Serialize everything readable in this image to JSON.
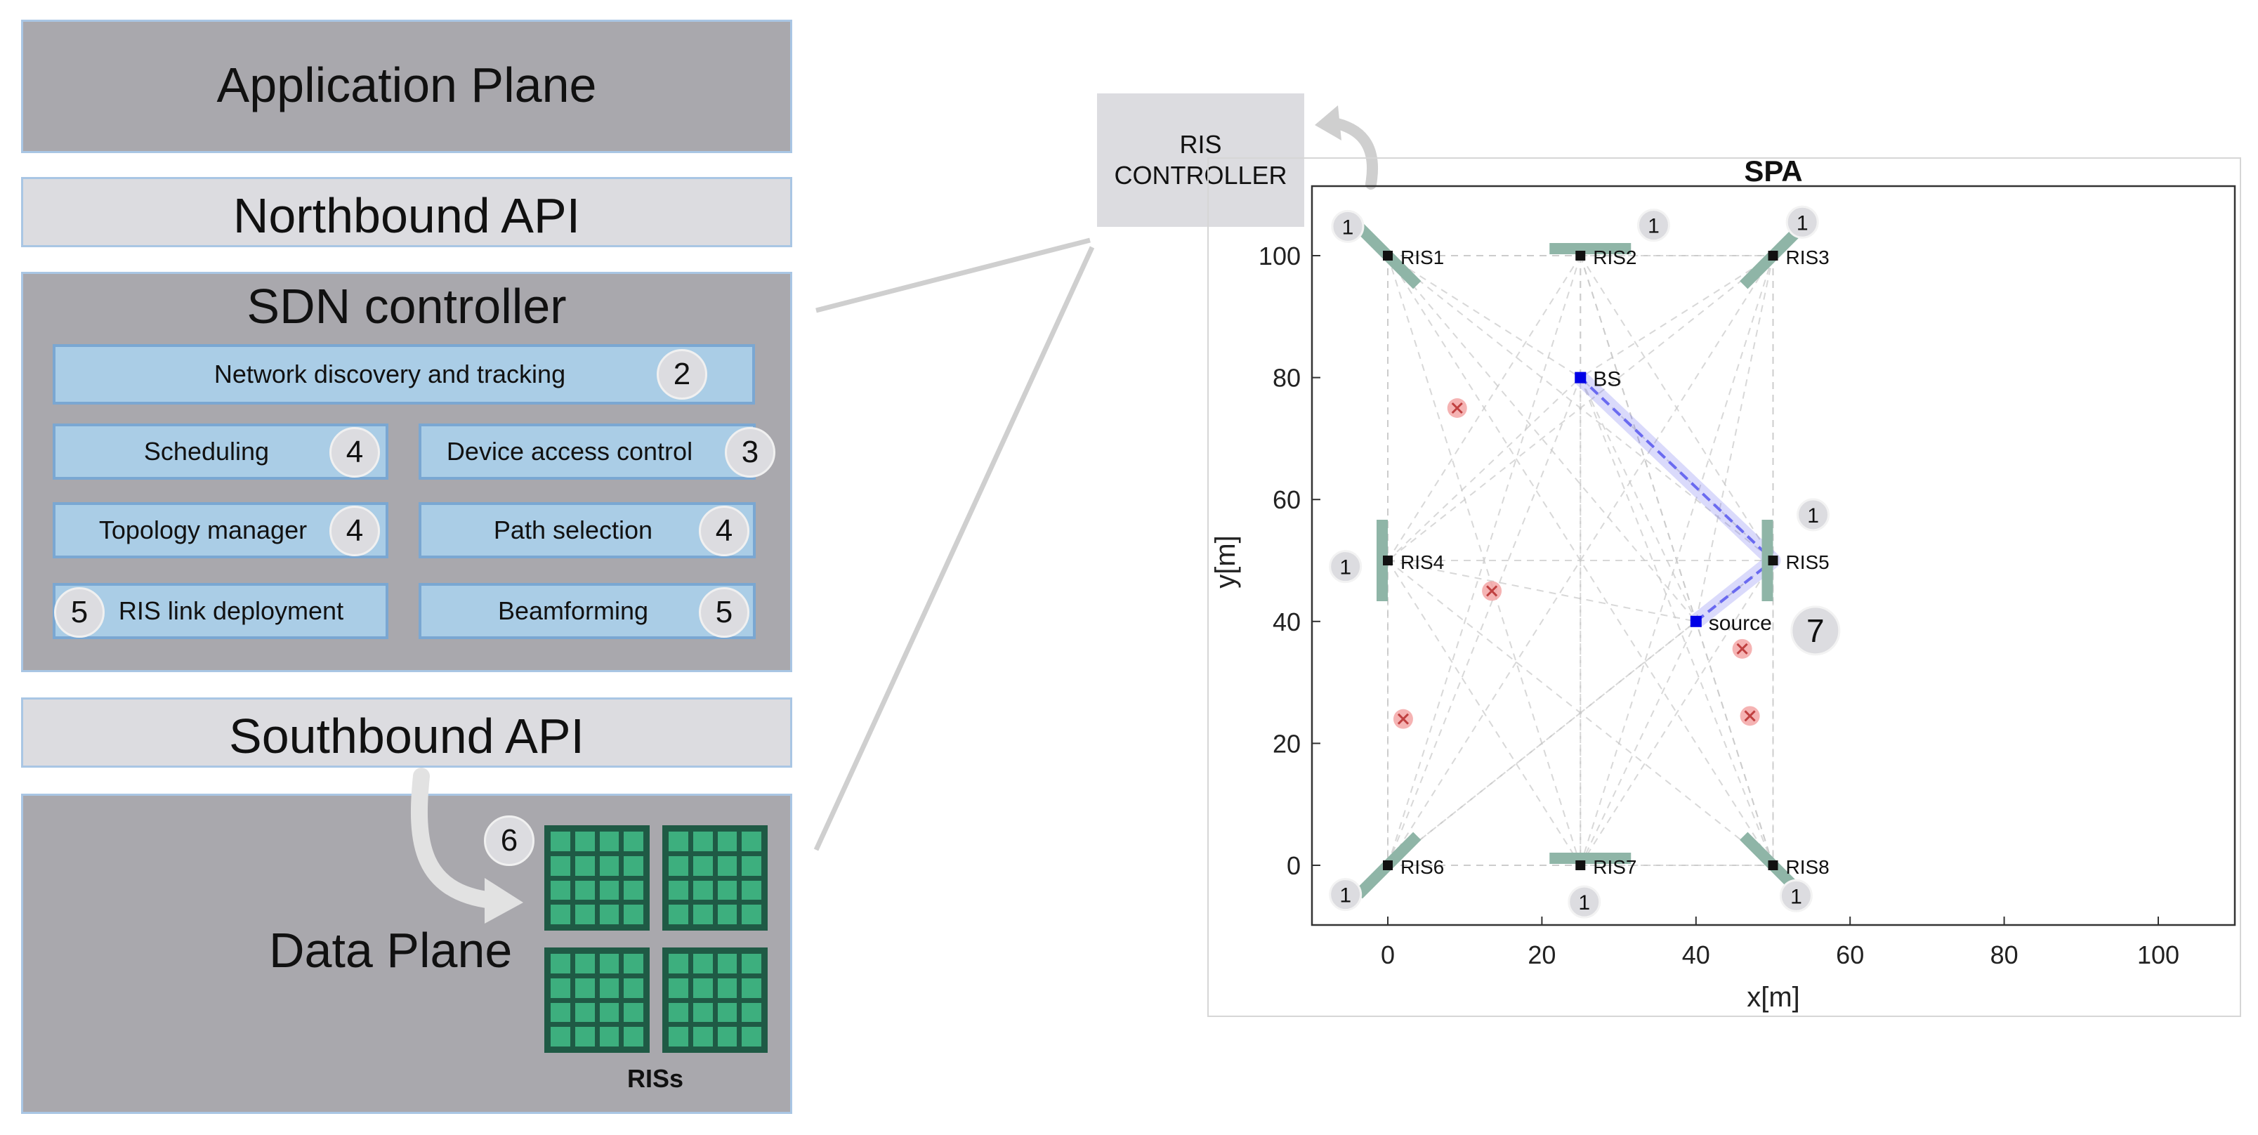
{
  "app_plane": {
    "title": "Application Plane"
  },
  "north_api": {
    "title": "Northbound API"
  },
  "sdn": {
    "title": "SDN controller",
    "modules": [
      {
        "label": "Network discovery and tracking",
        "badge": "2"
      },
      {
        "label": "Scheduling",
        "badge": "4"
      },
      {
        "label": "Device access control",
        "badge": "3"
      },
      {
        "label": "Topology manager",
        "badge": "4"
      },
      {
        "label": "Path selection",
        "badge": "4"
      },
      {
        "label": "RIS link deployment",
        "badge": "5"
      },
      {
        "label": "Beamforming",
        "badge": "5"
      }
    ]
  },
  "south_api": {
    "title": "Southbound API"
  },
  "data_plane": {
    "title": "Data Plane",
    "badge": "6",
    "ris_label": "RISs"
  },
  "ris_controller": {
    "line1": "RIS",
    "line2": "CONTROLLER"
  },
  "chart_data": {
    "type": "scatter",
    "title": "SPA",
    "xlabel": "x[m]",
    "ylabel": "y[m]",
    "xlim": [
      -10,
      110
    ],
    "ylim": [
      -10,
      110
    ],
    "xticks": [
      0,
      20,
      40,
      60,
      80,
      100
    ],
    "yticks": [
      0,
      20,
      40,
      60,
      80,
      100
    ],
    "ris": [
      {
        "name": "RIS1",
        "x": 0,
        "y": 100,
        "badge": "1",
        "orient": "diag-down"
      },
      {
        "name": "RIS2",
        "x": 25,
        "y": 100,
        "badge": "1",
        "orient": "horizontal"
      },
      {
        "name": "RIS3",
        "x": 50,
        "y": 100,
        "badge": "1",
        "orient": "diag-up"
      },
      {
        "name": "RIS4",
        "x": 0,
        "y": 50,
        "badge": "1",
        "orient": "vertical"
      },
      {
        "name": "RIS5",
        "x": 50,
        "y": 50,
        "badge": "1",
        "orient": "vertical"
      },
      {
        "name": "RIS6",
        "x": 0,
        "y": 0,
        "badge": "1",
        "orient": "diag-up"
      },
      {
        "name": "RIS7",
        "x": 25,
        "y": 0,
        "badge": "1",
        "orient": "horizontal"
      },
      {
        "name": "RIS8",
        "x": 50,
        "y": 0,
        "badge": "1",
        "orient": "diag-down"
      }
    ],
    "bs": {
      "name": "BS",
      "x": 25,
      "y": 80
    },
    "source": {
      "name": "source",
      "x": 40,
      "y": 40
    },
    "blocked": [
      {
        "x": 9,
        "y": 75
      },
      {
        "x": 13.5,
        "y": 45
      },
      {
        "x": 2,
        "y": 24
      },
      {
        "x": 46,
        "y": 35.5
      },
      {
        "x": 47,
        "y": 24.5
      }
    ],
    "path": [
      {
        "x": 40,
        "y": 40
      },
      {
        "x": 50,
        "y": 50
      },
      {
        "x": 25,
        "y": 80
      }
    ],
    "path_badge": "7",
    "colors": {
      "ris_panel": "#8fb5a7",
      "node": "#0000e6",
      "path": "#6a6af0",
      "blocked": "#f2a0a0",
      "mesh": "#c8c8c8"
    }
  }
}
